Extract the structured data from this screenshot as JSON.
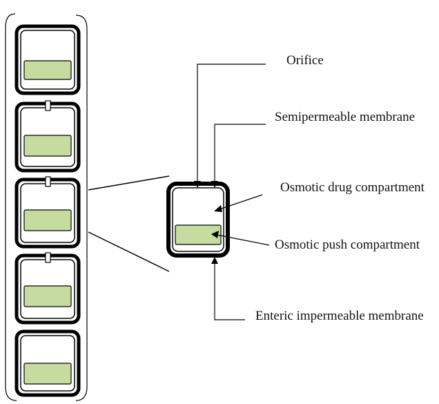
{
  "labels": {
    "orifice": "Orifice",
    "semipermeable": "Semipermeable  membrane",
    "drug_compartment": "Osmotic drug  compartment",
    "push_compartment": "Osmotic push  compartment",
    "enteric": "Enteric impermeable  membrane"
  },
  "colors": {
    "push_layer": "#c6dba0",
    "outline": "#000000",
    "background": "#ffffff"
  },
  "stack": {
    "capsules": [
      {
        "has_orifice": false
      },
      {
        "has_orifice": true
      },
      {
        "has_orifice": true
      },
      {
        "has_orifice": true
      },
      {
        "has_orifice": false
      }
    ]
  }
}
